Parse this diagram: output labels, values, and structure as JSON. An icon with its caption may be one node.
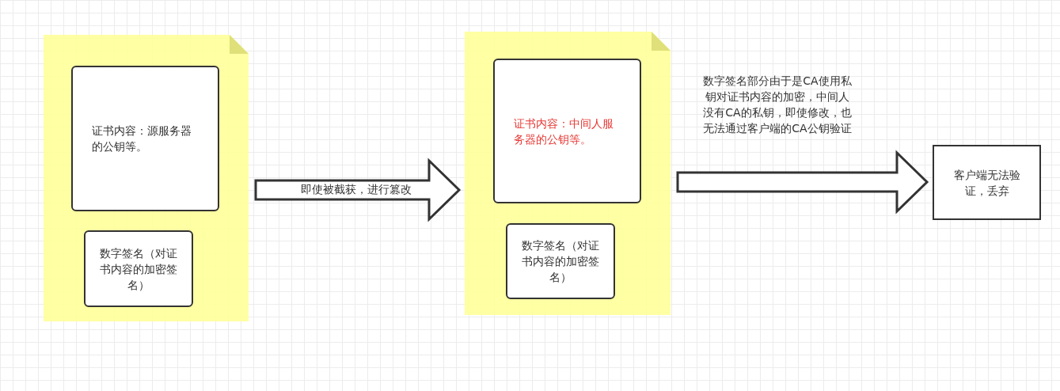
{
  "diagram": {
    "nodes": [
      {
        "text": [],
        "shape": "note"
      },
      {
        "text": [
          "证书内容：源服务器的公钥等。"
        ],
        "in": 0
      },
      {
        "text": [
          "数字签名（对证书内容的加密签名）"
        ],
        "in": 0
      },
      {
        "text": [],
        "shape": "note"
      },
      {
        "text": [
          "证书内容：中间人服务器的公钥等。"
        ],
        "in": 3
      },
      {
        "text": [
          "数字签名（对证书内容的加密签名）"
        ],
        "in": 3
      },
      {
        "text": [
          "客户端无法验证，丢弃"
        ]
      }
    ],
    "edges": [
      {
        "from": 0,
        "to": 3,
        "arrow": "to",
        "style": "thick",
        "label": "即使被截获，进行篡改"
      },
      {
        "from": 3,
        "to": 6,
        "arrow": "to",
        "style": "thick",
        "label": "数字签名部分由于是CA使用私钥对证书内容的加密，中间人没有CA的私钥，即使修改，也无法通过客户端的CA公钥验证"
      }
    ]
  }
}
